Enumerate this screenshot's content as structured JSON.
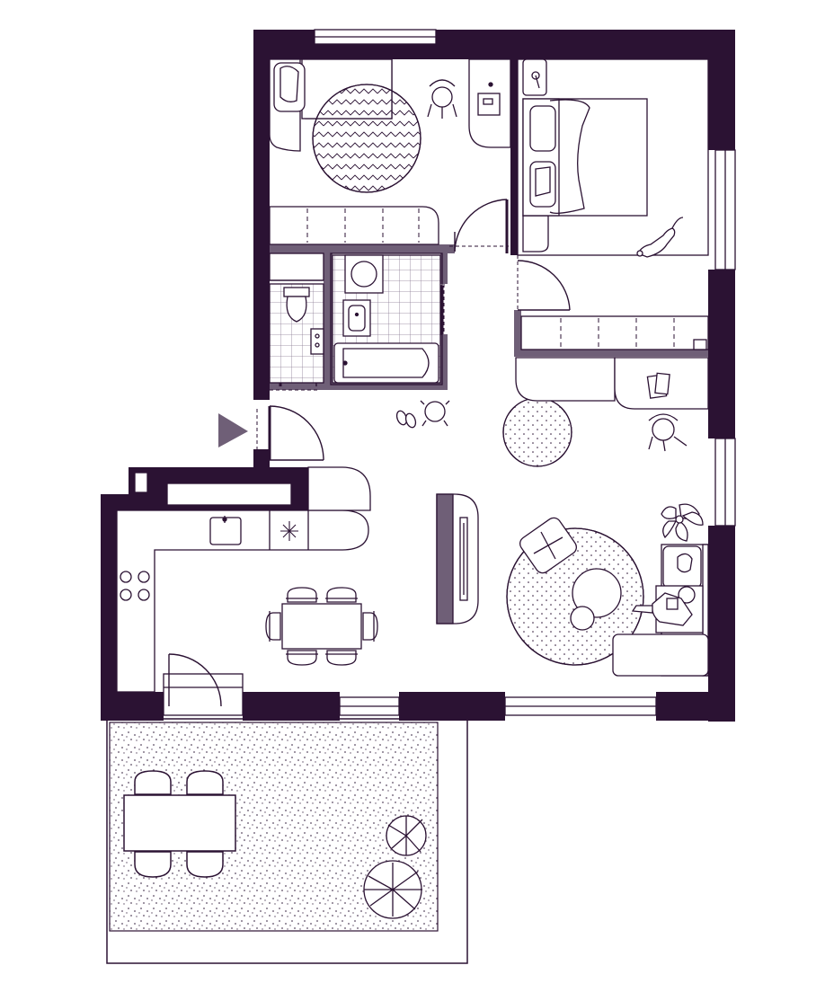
{
  "plan": {
    "colors": {
      "wall": "#2b1233",
      "line": "#2b1233",
      "fixture_fill": "#ffffff",
      "tile_line": "#8a7a92",
      "stripe": "#7a6a82",
      "counter_dark": "#6f5f77",
      "entrance_marker": "#6f5f77",
      "terrace_dots": "#5a4a62",
      "rug_line": "#2b1233",
      "background": "#ffffff"
    },
    "rooms": [
      {
        "id": "bedroom-small",
        "label": ""
      },
      {
        "id": "bedroom-large",
        "label": ""
      },
      {
        "id": "bathroom",
        "label": ""
      },
      {
        "id": "wc",
        "label": ""
      },
      {
        "id": "hallway",
        "label": ""
      },
      {
        "id": "living-room",
        "label": ""
      },
      {
        "id": "kitchen",
        "label": ""
      },
      {
        "id": "terrace",
        "label": ""
      }
    ],
    "icons": {
      "entrance": "triangle-right-icon",
      "plant": "plant-icon",
      "cat": "cat-icon",
      "person": "person-icon",
      "hob": "hob-icon",
      "sink": "sink-icon"
    }
  }
}
